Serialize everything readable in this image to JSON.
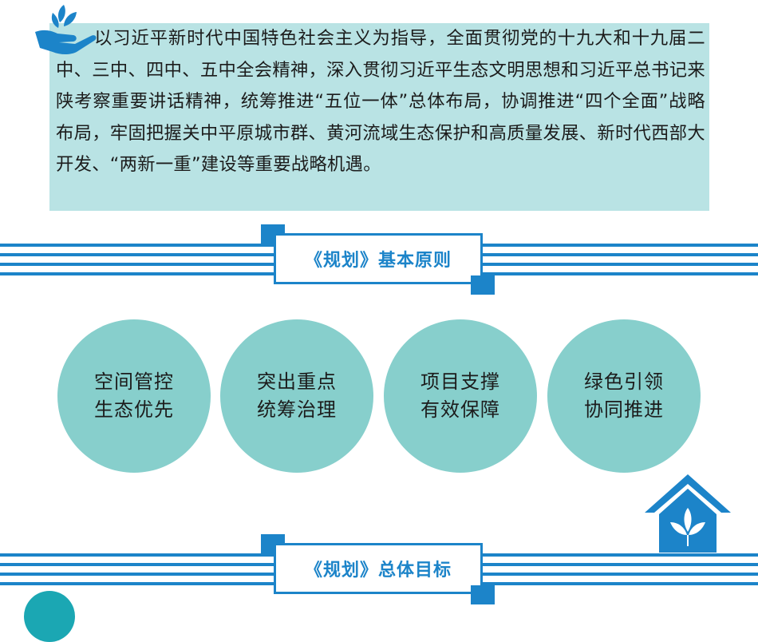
{
  "intro": {
    "text": "以习近平新时代中国特色社会主义为指导，全面贯彻党的十九大和十九届二中、三中、四中、五中全会精神，深入贯彻习近平生态文明思想和习近平总书记来陕考察重要讲话精神，统筹推进“五位一体”总体布局，协调推进“四个全面”战略布局，牢固把握关中平原城市群、黄河流域生态保护和高质量发展、新时代西部大开发、“两新一重”建设等重要战略机遇。"
  },
  "sections": {
    "basic_principles": {
      "title": "《规划》基本原则"
    },
    "overall_goals": {
      "title": "《规划》总体目标"
    }
  },
  "principles": [
    {
      "line1": "空间管控",
      "line2": "生态优先"
    },
    {
      "line1": "突出重点",
      "line2": "统筹治理"
    },
    {
      "line1": "项目支撑",
      "line2": "有效保障"
    },
    {
      "line1": "绿色引领",
      "line2": "协同推进"
    }
  ],
  "colors": {
    "accent_blue": "#1c84c9",
    "circle_teal": "#87cfcc",
    "intro_bg": "#b9e3e4"
  },
  "icons": [
    "leaf-hand-icon",
    "house-leaf-icon"
  ]
}
